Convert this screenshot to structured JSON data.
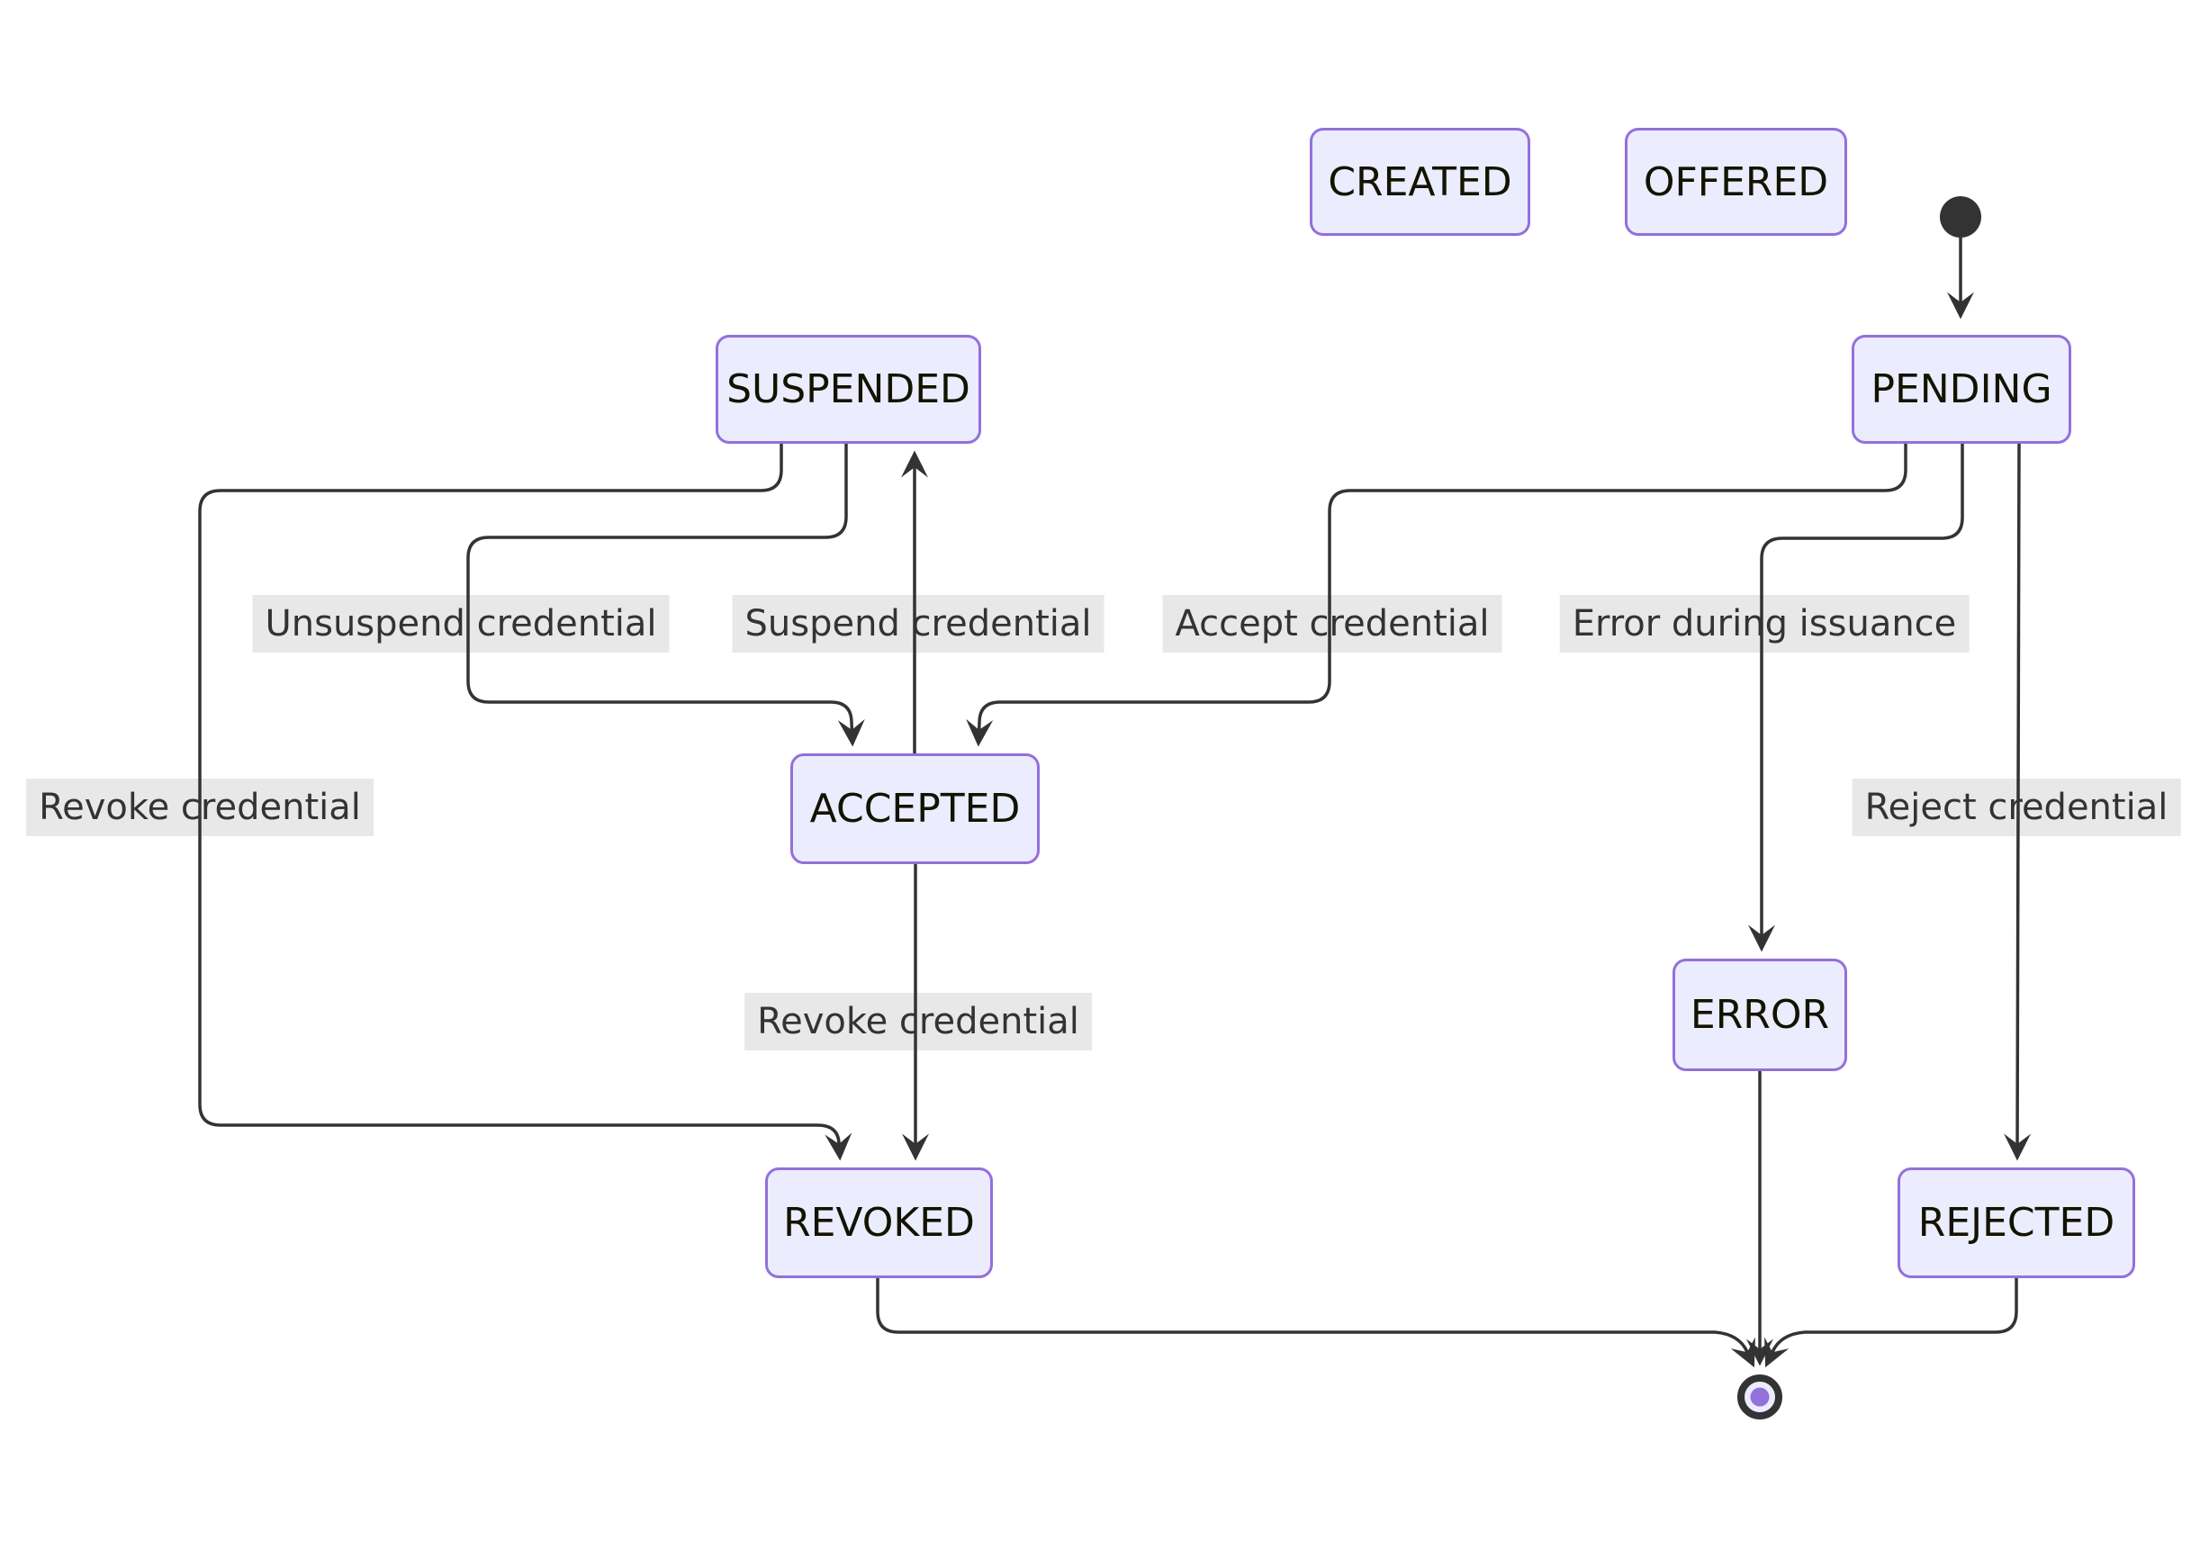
{
  "diagram": {
    "type": "state-machine",
    "title": "Credential lifecycle state diagram",
    "states": [
      {
        "id": "CREATED",
        "label": "CREATED"
      },
      {
        "id": "OFFERED",
        "label": "OFFERED"
      },
      {
        "id": "PENDING",
        "label": "PENDING"
      },
      {
        "id": "SUSPENDED",
        "label": "SUSPENDED"
      },
      {
        "id": "ACCEPTED",
        "label": "ACCEPTED"
      },
      {
        "id": "ERROR",
        "label": "ERROR"
      },
      {
        "id": "REVOKED",
        "label": "REVOKED"
      },
      {
        "id": "REJECTED",
        "label": "REJECTED"
      }
    ],
    "transitions": [
      {
        "from": "[*]",
        "to": "PENDING",
        "label": ""
      },
      {
        "from": "PENDING",
        "to": "ACCEPTED",
        "label": "Accept credential"
      },
      {
        "from": "PENDING",
        "to": "ERROR",
        "label": "Error during issuance"
      },
      {
        "from": "PENDING",
        "to": "REJECTED",
        "label": "Reject credential"
      },
      {
        "from": "SUSPENDED",
        "to": "ACCEPTED",
        "label": "Unsuspend credential"
      },
      {
        "from": "ACCEPTED",
        "to": "SUSPENDED",
        "label": "Suspend credential"
      },
      {
        "from": "SUSPENDED",
        "to": "REVOKED",
        "label": "Revoke credential"
      },
      {
        "from": "ACCEPTED",
        "to": "REVOKED",
        "label": "Revoke credential"
      },
      {
        "from": "REVOKED",
        "to": "[*]",
        "label": ""
      },
      {
        "from": "ERROR",
        "to": "[*]",
        "label": ""
      },
      {
        "from": "REJECTED",
        "to": "[*]",
        "label": ""
      }
    ],
    "markers": {
      "initial": "filled-dot",
      "final": "ringed-dot"
    },
    "colors": {
      "state_fill": "#ECECFF",
      "state_border": "#9370DB",
      "state_text": "#131300",
      "edge_line": "#333333",
      "edge_label_bg": "#e8e8e8",
      "edge_label_text": "#333333",
      "initial_dot": "#333333",
      "final_inner_dot": "#9370DB",
      "background": "#ffffff"
    }
  }
}
